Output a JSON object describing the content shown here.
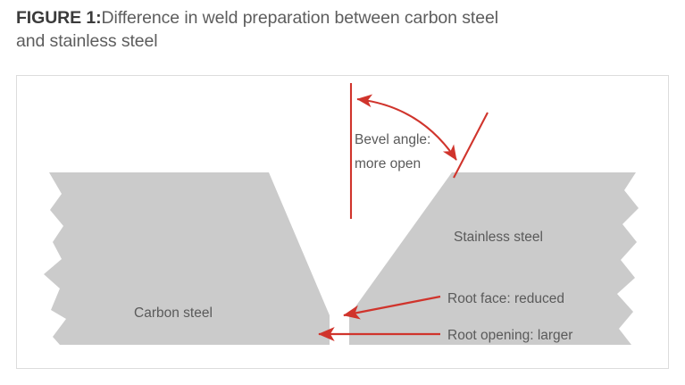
{
  "caption": {
    "figure_label": "FIGURE 1:",
    "text": "Difference in weld preparation between carbon steel and stainless steel"
  },
  "diagram": {
    "left_plate_label": "Carbon steel",
    "right_plate_label": "Stainless steel",
    "annotations": [
      {
        "id": "bevel",
        "line1": "Bevel angle:",
        "line2": "more open"
      },
      {
        "id": "root-face",
        "text": "Root face: reduced"
      },
      {
        "id": "root-opening",
        "text": "Root opening: larger"
      }
    ]
  },
  "colors": {
    "steel_fill": "#cbcbcb",
    "annotation_red": "#d0342c",
    "label_gray": "#5a5a5a",
    "frame_border": "#dcdcdc",
    "caption_bold": "#3b3b3b",
    "caption_regular": "#5d5d5d"
  }
}
